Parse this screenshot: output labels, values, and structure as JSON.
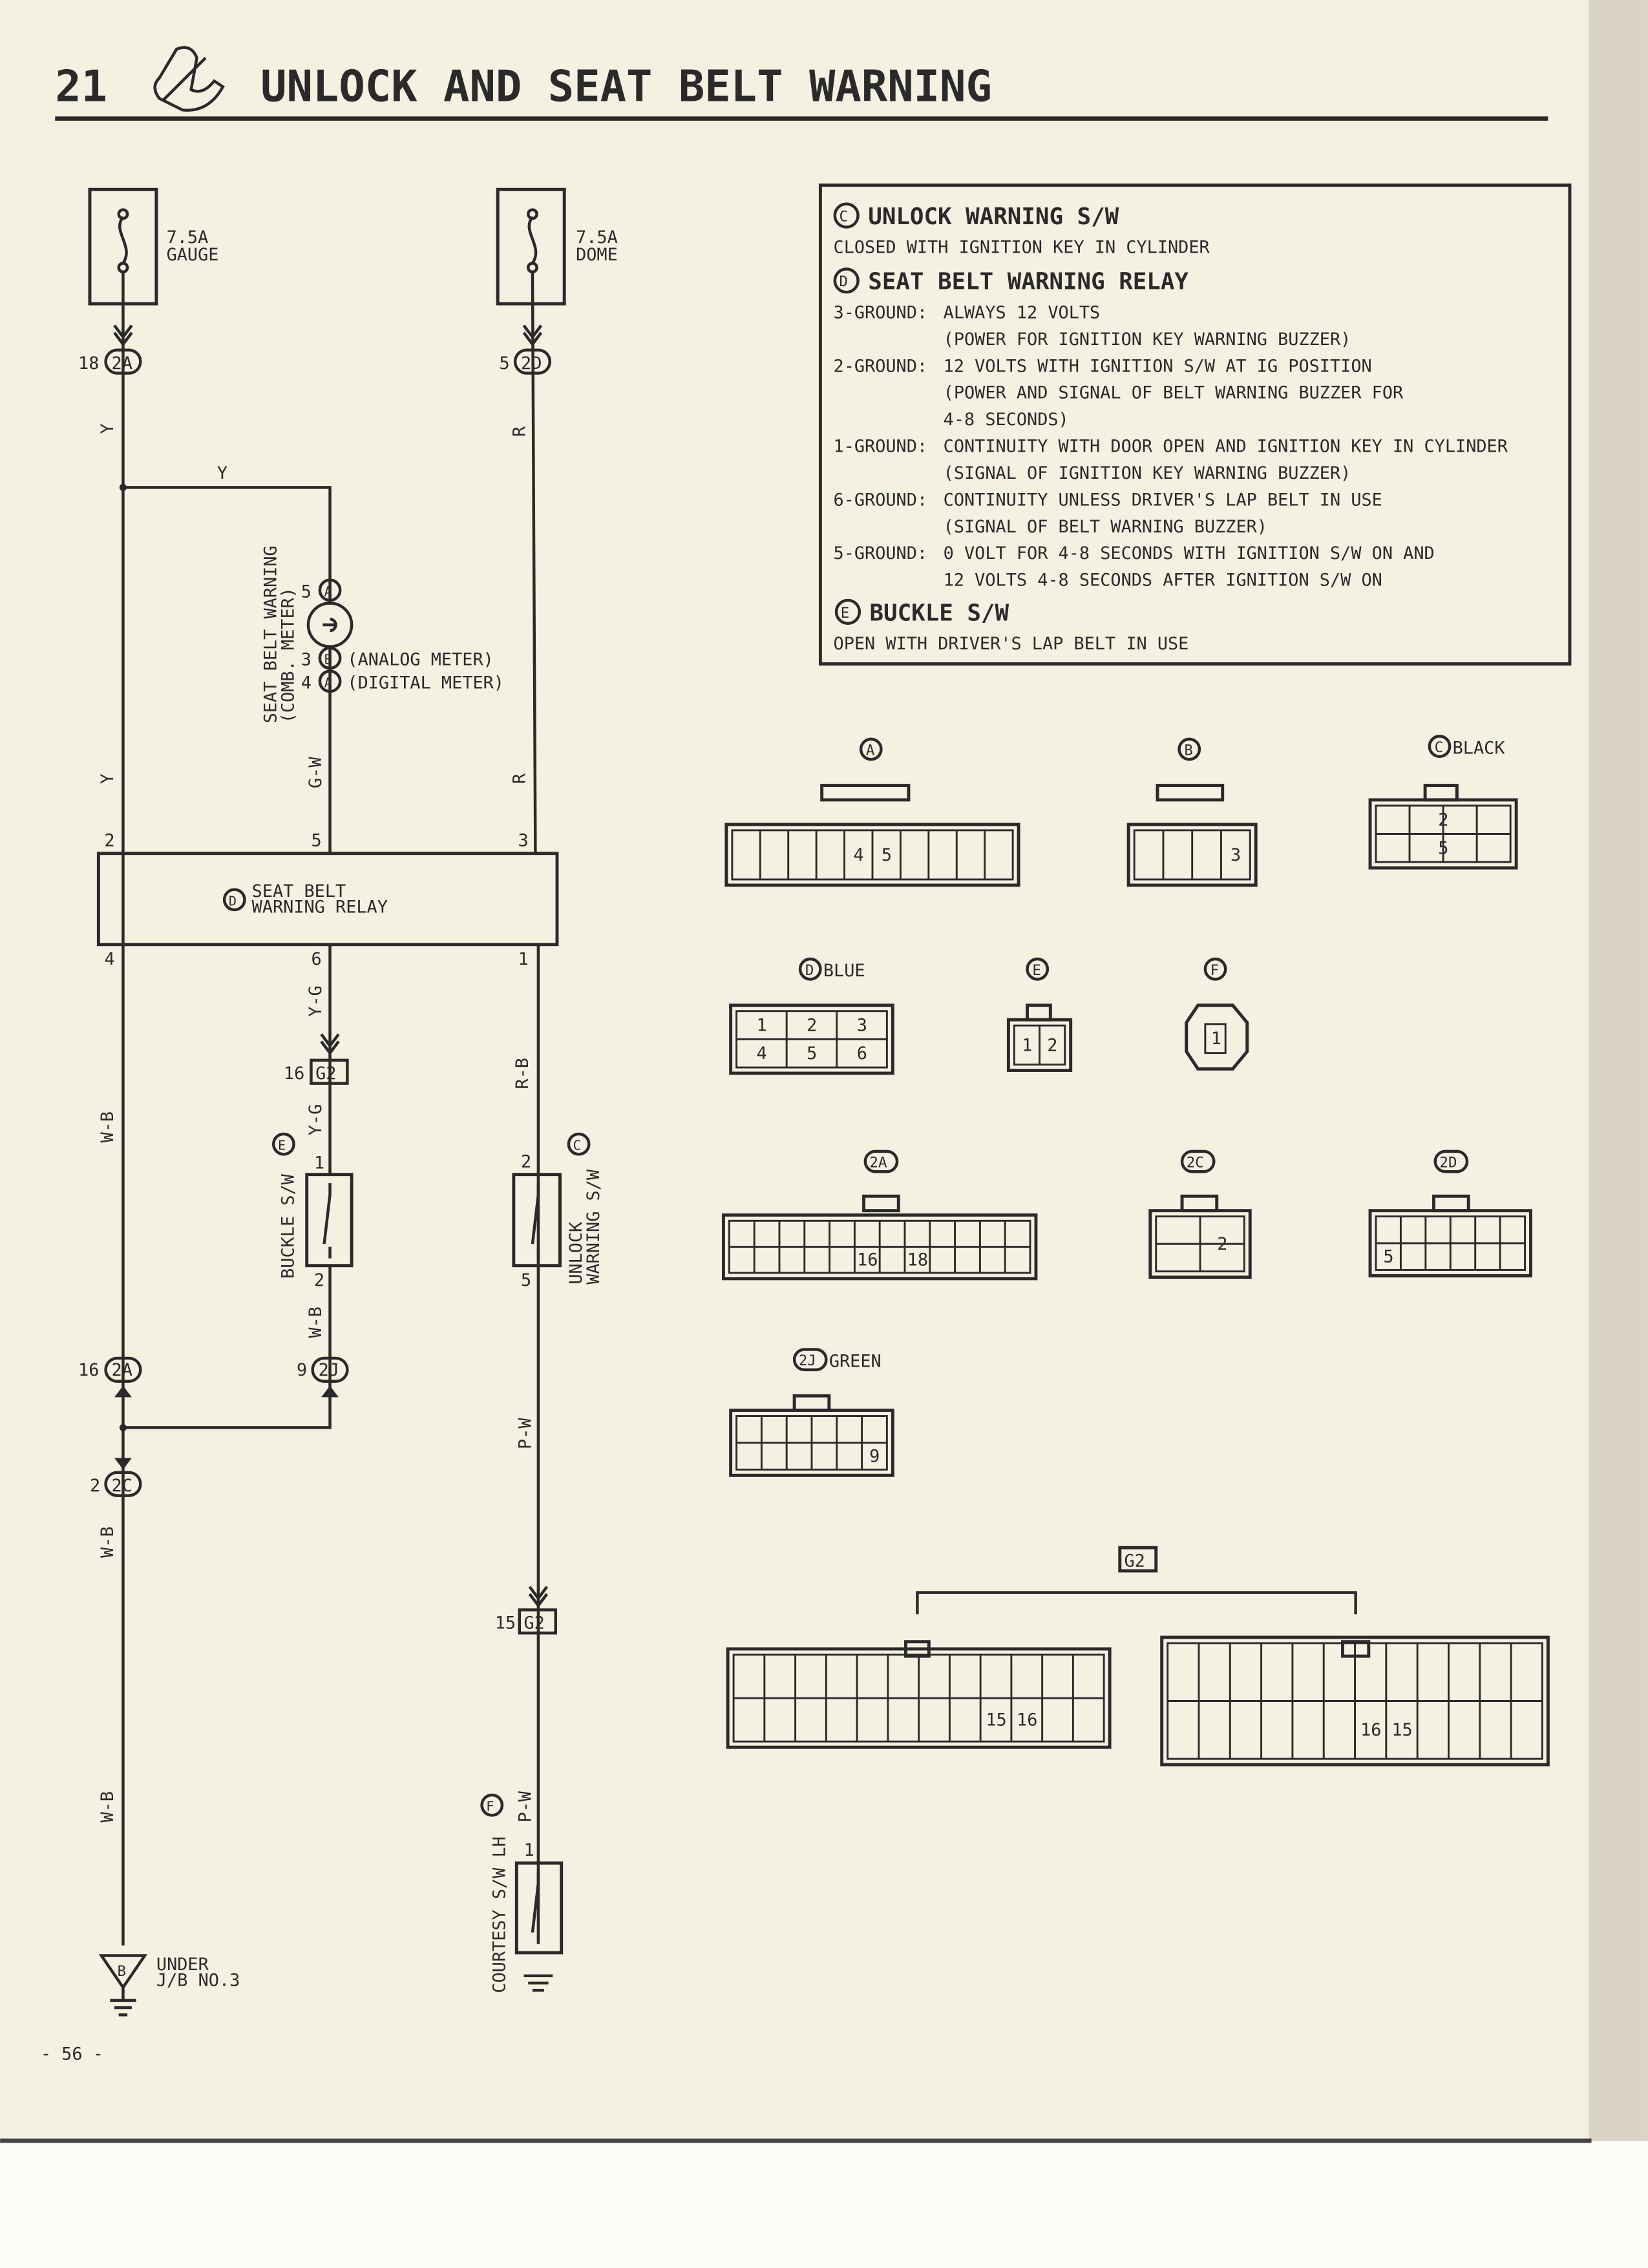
{
  "header": {
    "number": "21",
    "title": "UNLOCK AND SEAT BELT WARNING",
    "icon": "seat-belt-icon"
  },
  "fuses": [
    {
      "amp": "7.5A",
      "name": "GAUGE"
    },
    {
      "amp": "7.5A",
      "name": "DOME"
    }
  ],
  "wires": {
    "y": "Y",
    "r": "R",
    "gw": "G-W",
    "wb": "W-B",
    "yg": "Y-G",
    "rb": "R-B",
    "pw": "P-W"
  },
  "connectors": {
    "c18_2a": {
      "pin": "18",
      "id": "2A"
    },
    "c5_2d": {
      "pin": "5",
      "id": "2D"
    },
    "c16_2a": {
      "pin": "16",
      "id": "2A"
    },
    "c9_2j": {
      "pin": "9",
      "id": "2J"
    },
    "c2_2c": {
      "pin": "2",
      "id": "2C"
    },
    "c16_g2": {
      "pin": "16",
      "id": "G2"
    },
    "c15_g2": {
      "pin": "15",
      "id": "G2"
    }
  },
  "meter": {
    "label1": "SEAT BELT WARNING",
    "label2": "(COMB. METER)",
    "pins": [
      {
        "pin": "5",
        "conn": "A",
        "note": ""
      },
      {
        "pin": "3",
        "conn": "B",
        "note": "(ANALOG METER)"
      },
      {
        "pin": "4",
        "conn": "A",
        "note": "(DIGITAL METER)"
      }
    ]
  },
  "relay": {
    "code": "D",
    "line1": "SEAT BELT",
    "line2": "WARNING RELAY",
    "top_pins": [
      "2",
      "5",
      "3"
    ],
    "bottom_pins": [
      "4",
      "6",
      "1"
    ]
  },
  "buckle": {
    "code": "E",
    "label": "BUCKLE S/W",
    "pins": [
      "1",
      "2"
    ]
  },
  "unlock": {
    "code": "C",
    "line1": "UNLOCK",
    "line2": "WARNING S/W",
    "pins": [
      "2",
      "5"
    ]
  },
  "courtesy": {
    "code": "F",
    "label": "COURTESY S/W LH",
    "pin": "1"
  },
  "ground": {
    "code": "B",
    "line1": "UNDER",
    "line2": "J/B NO.3"
  },
  "legend": {
    "c_title": "UNLOCK WARNING S/W",
    "c_code": "C",
    "c_text": "CLOSED WITH IGNITION KEY IN CYLINDER",
    "d_title": "SEAT BELT WARNING RELAY",
    "d_code": "D",
    "d_rows": [
      {
        "k": "3-GROUND:",
        "lines": [
          "ALWAYS 12 VOLTS",
          "(POWER FOR IGNITION KEY WARNING BUZZER)"
        ]
      },
      {
        "k": "2-GROUND:",
        "lines": [
          "12 VOLTS WITH IGNITION S/W AT IG POSITION",
          "(POWER AND SIGNAL OF BELT WARNING BUZZER FOR",
          "4-8 SECONDS)"
        ]
      },
      {
        "k": "1-GROUND:",
        "lines": [
          "CONTINUITY WITH DOOR OPEN AND IGNITION KEY IN CYLINDER",
          "(SIGNAL OF IGNITION KEY WARNING BUZZER)"
        ]
      },
      {
        "k": "6-GROUND:",
        "lines": [
          "CONTINUITY UNLESS DRIVER'S LAP BELT IN USE",
          "(SIGNAL OF BELT WARNING BUZZER)"
        ]
      },
      {
        "k": "5-GROUND:",
        "lines": [
          "0 VOLT FOR 4-8 SECONDS WITH IGNITION S/W ON AND",
          "12 VOLTS 4-8 SECONDS AFTER IGNITION S/W ON"
        ]
      }
    ],
    "e_title": "BUCKLE S/W",
    "e_code": "E",
    "e_text": "OPEN WITH DRIVER'S LAP BELT IN USE"
  },
  "views": {
    "a": {
      "code": "A",
      "pins": [
        "4",
        "5"
      ]
    },
    "b": {
      "code": "B",
      "pins": [
        "3"
      ]
    },
    "c": {
      "code": "C",
      "color": "BLACK",
      "pins": [
        "2",
        "5"
      ]
    },
    "d": {
      "code": "D",
      "color": "BLUE",
      "pins": [
        "1",
        "2",
        "3",
        "4",
        "5",
        "6"
      ]
    },
    "e": {
      "code": "E",
      "pins": [
        "1",
        "2"
      ]
    },
    "f": {
      "code": "F",
      "pins": [
        "1"
      ]
    },
    "v2a": {
      "code": "2A",
      "pins": [
        "16",
        "18"
      ]
    },
    "v2c": {
      "code": "2C",
      "pins": [
        "2"
      ]
    },
    "v2d": {
      "code": "2D",
      "pins": [
        "5"
      ]
    },
    "v2j": {
      "code": "2J",
      "color": "GREEN",
      "pins": [
        "9"
      ]
    },
    "g2": {
      "code": "G2",
      "left_pins": [
        "15",
        "16"
      ],
      "right_pins": [
        "16",
        "15"
      ]
    }
  },
  "page_number": "- 56 -"
}
